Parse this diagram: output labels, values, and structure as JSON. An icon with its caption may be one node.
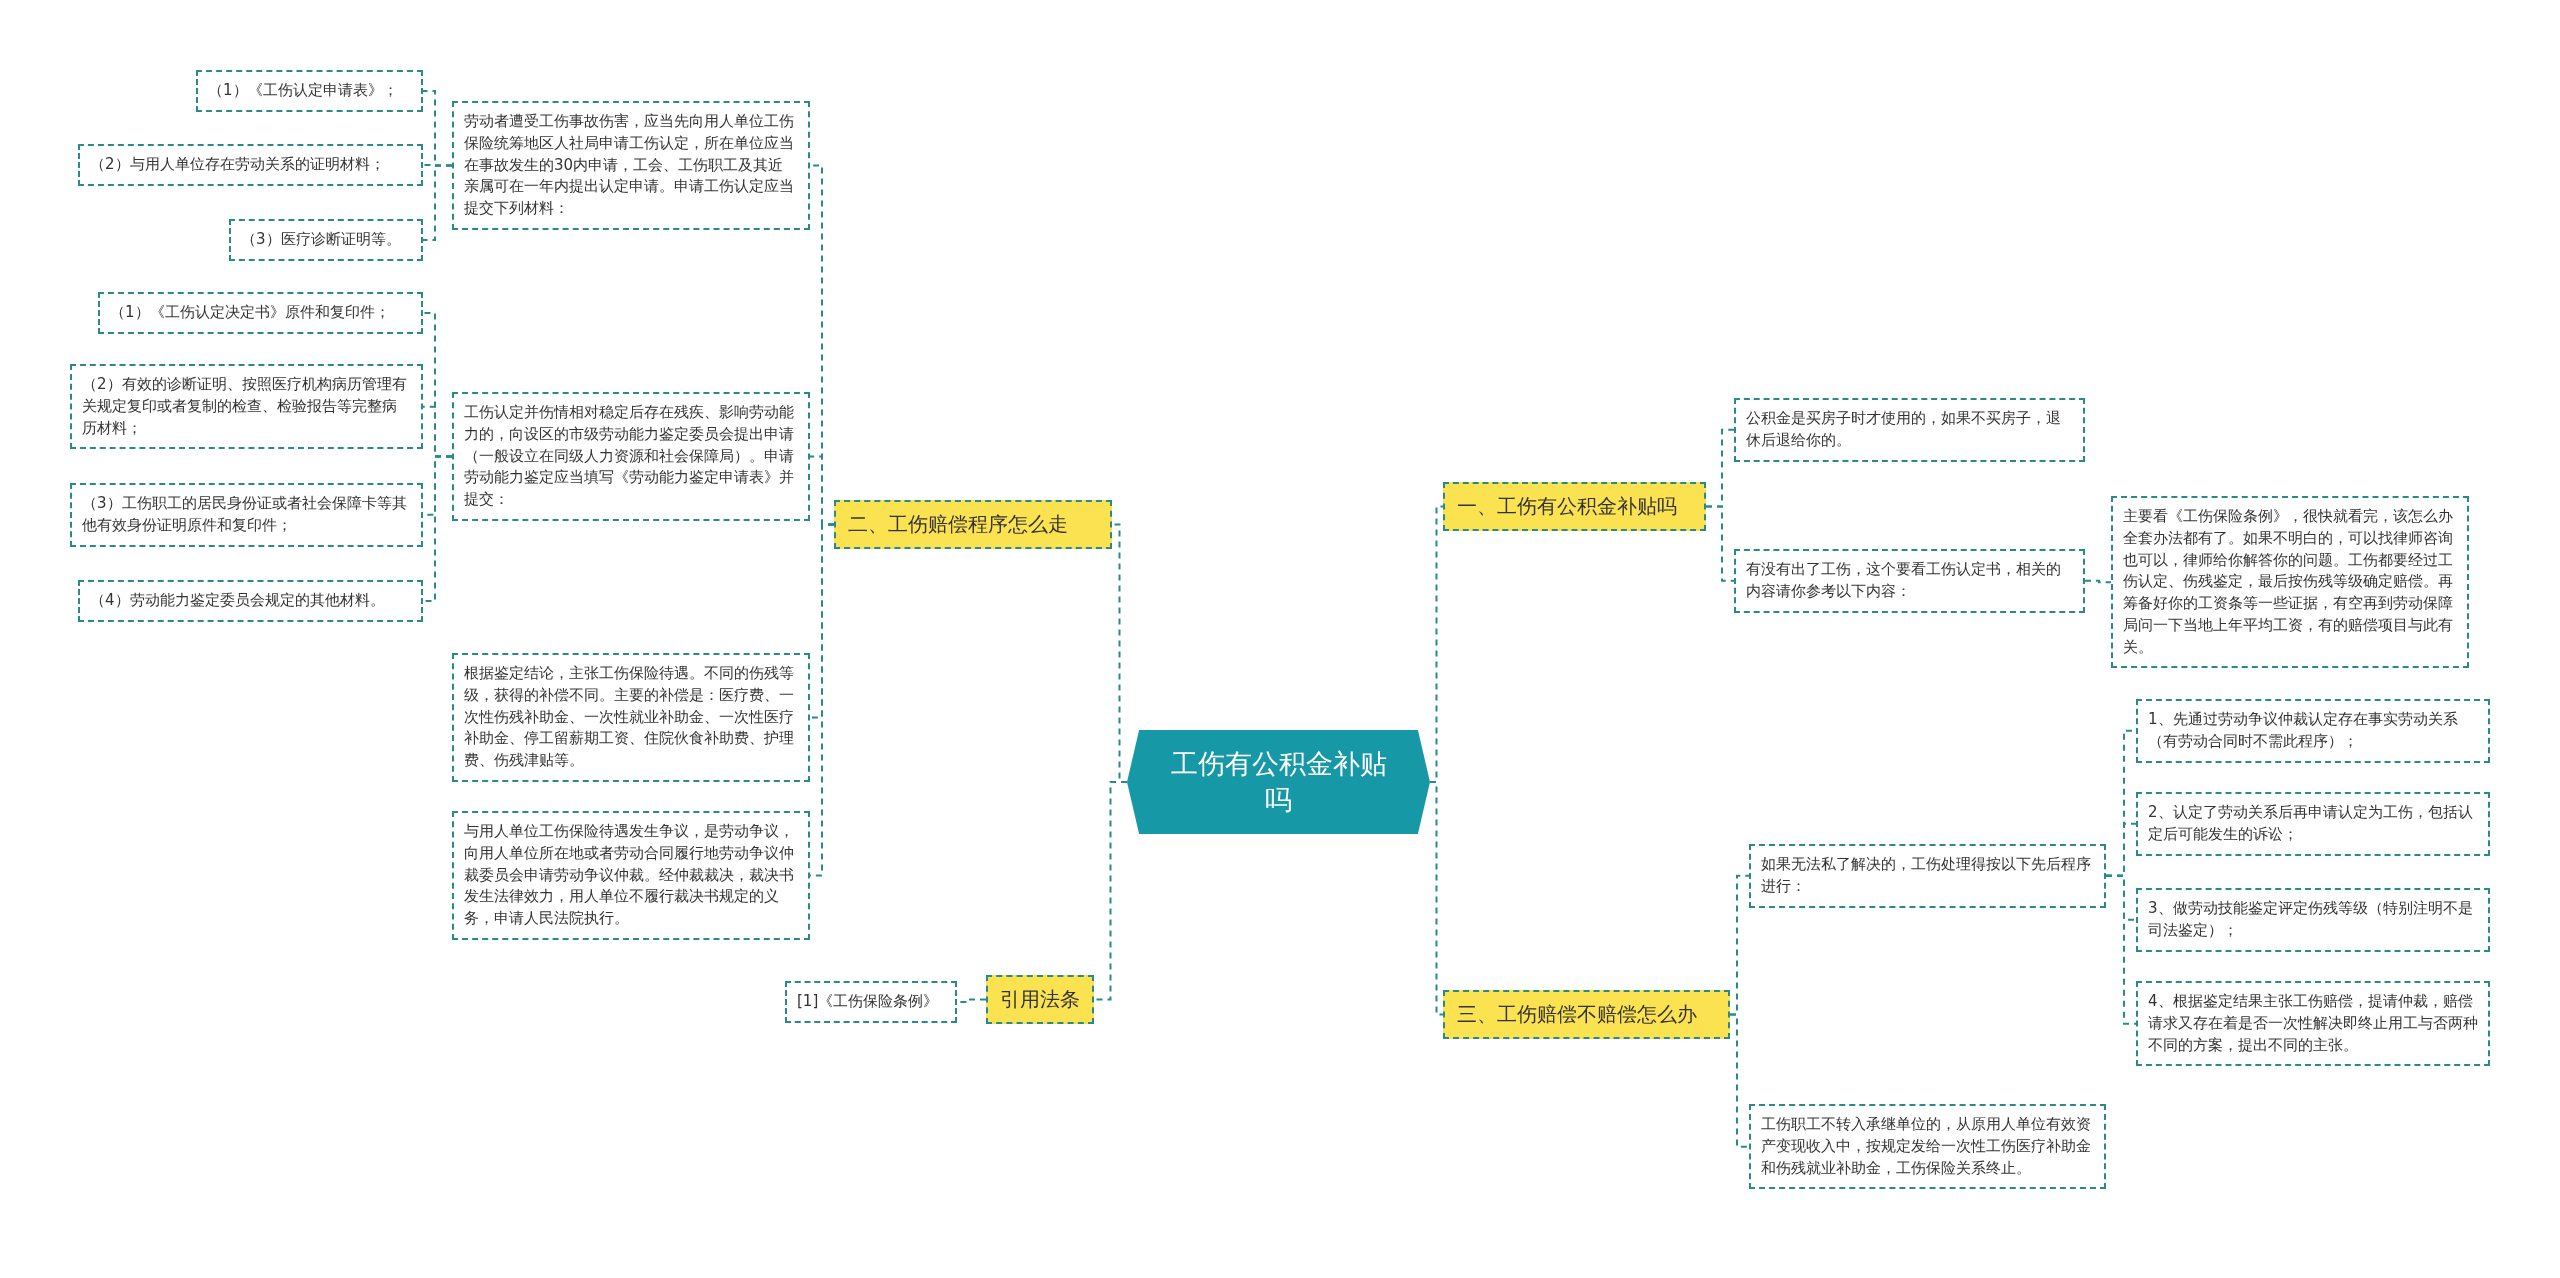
{
  "diagram": {
    "nodes": [
      {
        "text": [
          "工伤有公积金补贴吗"
        ]
      },
      {
        "text": [
          "二、工伤赔偿程序怎么走"
        ]
      },
      {
        "text": [
          "劳动者遭受工伤事故伤害，应当先向用人单位工伤保险统筹地区人社局申请工伤认定，所在单位应当在事故发生的30内申请，工会、工伤职工及其近亲属可在一年内提出认定申请。申请工伤认定应当提交下列材料："
        ]
      },
      {
        "text": [
          "（1）《工伤认定申请表》；"
        ]
      },
      {
        "text": [
          "（2）与用人单位存在劳动关系的证明材料；"
        ]
      },
      {
        "text": [
          "（3）医疗诊断证明等。"
        ]
      },
      {
        "text": [
          "工伤认定并伤情相对稳定后存在残疾、影响劳动能力的，向设区的市级劳动能力鉴定委员会提出申请（一般设立在同级人力资源和社会保障局）。申请劳动能力鉴定应当填写《劳动能力鉴定申请表》并提交："
        ]
      },
      {
        "text": [
          "（1）《工伤认定决定书》原件和复印件；"
        ]
      },
      {
        "text": [
          "（2）有效的诊断证明、按照医疗机构病历管理有关规定复印或者复制的检查、检验报告等完整病历材料；"
        ]
      },
      {
        "text": [
          "（3）工伤职工的居民身份证或者社会保障卡等其他有效身份证明原件和复印件；"
        ]
      },
      {
        "text": [
          "（4）劳动能力鉴定委员会规定的其他材料。"
        ]
      },
      {
        "text": [
          "根据鉴定结论，主张工伤保险待遇。不同的伤残等级，获得的补偿不同。主要的补偿是：医疗费、一次性伤残补助金、一次性就业补助金、一次性医疗补助金、停工留薪期工资、住院伙食补助费、护理费、伤残津贴等。"
        ]
      },
      {
        "text": [
          "与用人单位工伤保险待遇发生争议，是劳动争议，向用人单位所在地或者劳动合同履行地劳动争议仲裁委员会申请劳动争议仲裁。经仲裁裁决，裁决书发生法律效力，用人单位不履行裁决书规定的义务，申请人民法院执行。"
        ]
      },
      {
        "text": [
          "引用法条"
        ]
      },
      {
        "text": [
          "[1]《工伤保险条例》"
        ]
      },
      {
        "text": [
          "一、工伤有公积金补贴吗"
        ]
      },
      {
        "text": [
          "公积金是买房子时才使用的，如果不买房子，退休后退给你的。"
        ]
      },
      {
        "text": [
          "有没有出了工伤，这个要看工伤认定书，相关的内容请你参考以下内容："
        ]
      },
      {
        "text": [
          "主要看《工伤保险条例》，很快就看完，该怎么办全套办法都有了。如果不明白的，可以找律师咨询也可以，律师给你解答你的问题。工伤都要经过工伤认定、伤残鉴定，最后按伤残等级确定赔偿。再筹备好你的工资条等一些证据，有空再到劳动保障局问一下当地上年平均工资，有的赔偿项目与此有关。"
        ]
      },
      {
        "text": [
          "三、工伤赔偿不赔偿怎么办"
        ]
      },
      {
        "text": [
          "如果无法私了解决的，工伤处理得按以下先后程序进行："
        ]
      },
      {
        "text": [
          "1、先通过劳动争议仲裁认定存在事实劳动关系（有劳动合同时不需此程序）；"
        ]
      },
      {
        "text": [
          "2、认定了劳动关系后再申请认定为工伤，包括认定后可能发生的诉讼；"
        ]
      },
      {
        "text": [
          "3、做劳动技能鉴定评定伤残等级（特别注明不是司法鉴定）；"
        ]
      },
      {
        "text": [
          "4、根据鉴定结果主张工伤赔偿，提请仲裁，赔偿请求又存在着是否一次性解决即终止用工与否两种不同的方案，提出不同的主张。"
        ]
      },
      {
        "text": [
          "工伤职工不转入承继单位的，从原用人单位有效资产变现收入中，按规定发给一次性工伤医疗补助金和伤残就业补助金，工伤保险关系终止。"
        ]
      }
    ],
    "edges": [
      {
        "from": 0,
        "to": 1,
        "arrow": "none"
      },
      {
        "from": 1,
        "to": 2,
        "arrow": "none"
      },
      {
        "from": 2,
        "to": 3,
        "arrow": "none"
      },
      {
        "from": 2,
        "to": 4,
        "arrow": "none"
      },
      {
        "from": 2,
        "to": 5,
        "arrow": "none"
      },
      {
        "from": 1,
        "to": 6,
        "arrow": "none"
      },
      {
        "from": 6,
        "to": 7,
        "arrow": "none"
      },
      {
        "from": 6,
        "to": 8,
        "arrow": "none"
      },
      {
        "from": 6,
        "to": 9,
        "arrow": "none"
      },
      {
        "from": 6,
        "to": 10,
        "arrow": "none"
      },
      {
        "from": 1,
        "to": 11,
        "arrow": "none"
      },
      {
        "from": 1,
        "to": 12,
        "arrow": "none"
      },
      {
        "from": 0,
        "to": 13,
        "arrow": "none"
      },
      {
        "from": 13,
        "to": 14,
        "arrow": "none"
      },
      {
        "from": 0,
        "to": 15,
        "arrow": "none"
      },
      {
        "from": 15,
        "to": 16,
        "arrow": "none"
      },
      {
        "from": 15,
        "to": 17,
        "arrow": "none"
      },
      {
        "from": 17,
        "to": 18,
        "arrow": "none"
      },
      {
        "from": 0,
        "to": 19,
        "arrow": "none"
      },
      {
        "from": 19,
        "to": 20,
        "arrow": "none"
      },
      {
        "from": 20,
        "to": 21,
        "arrow": "none"
      },
      {
        "from": 20,
        "to": 22,
        "arrow": "none"
      },
      {
        "from": 20,
        "to": 23,
        "arrow": "none"
      },
      {
        "from": 20,
        "to": 24,
        "arrow": "none"
      },
      {
        "from": 19,
        "to": 25,
        "arrow": "none"
      }
    ]
  }
}
